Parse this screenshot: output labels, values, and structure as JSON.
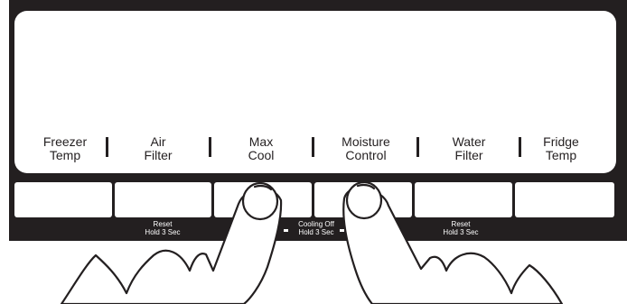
{
  "display": {
    "buttons": [
      {
        "line1": "Freezer",
        "line2": "Temp"
      },
      {
        "line1": "Air",
        "line2": "Filter"
      },
      {
        "line1": "Max",
        "line2": "Cool"
      },
      {
        "line1": "Moisture",
        "line2": "Control"
      },
      {
        "line1": "Water",
        "line2": "Filter"
      },
      {
        "line1": "Fridge",
        "line2": "Temp"
      }
    ]
  },
  "notes": {
    "air_filter": {
      "line1": "Reset",
      "line2": "Hold 3 Sec"
    },
    "cooling_off": {
      "line1": "Cooling Off",
      "line2": "Hold 3 Sec"
    },
    "water_filter": {
      "line1": "Reset",
      "line2": "Hold 3 Sec"
    }
  },
  "colors": {
    "panel": "#231f20",
    "display": "#ffffff"
  }
}
